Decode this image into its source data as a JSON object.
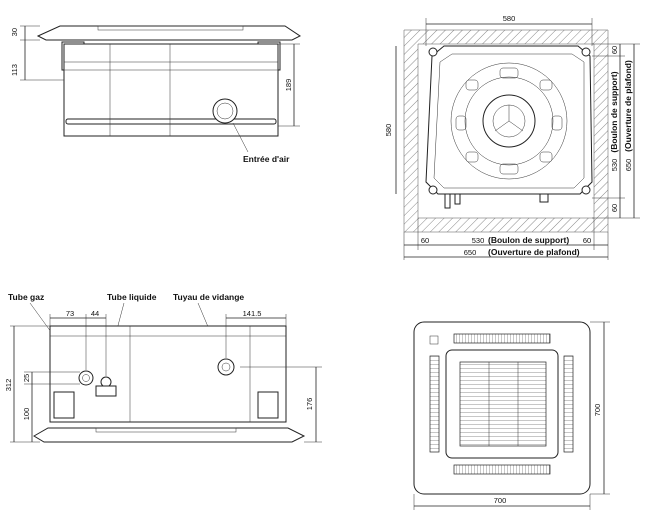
{
  "side_view_top": {
    "dims": {
      "d30": "30",
      "d113": "113",
      "d189": "189"
    },
    "label_air_inlet": "Entrée d'air"
  },
  "plan_view": {
    "dims": {
      "top_580": "580",
      "left_580": "580",
      "right_60_top": "60",
      "right_530": "530",
      "right_650": "650",
      "right_60_bottom": "60",
      "bottom_60_left": "60",
      "bottom_530": "530",
      "bottom_60_right": "60",
      "bottom_650": "650"
    },
    "label_support_bolt_vertical": "(Boulon de support)",
    "label_ceiling_opening_vertical": "(Ouverture de plafond)",
    "label_support_bolt_horizontal": "(Boulon de support)",
    "label_ceiling_opening_horizontal": "(Ouverture de plafond)"
  },
  "front_view": {
    "label_gas_pipe": "Tube gaz",
    "label_liquid_pipe": "Tube liquide",
    "label_drain_pipe": "Tuyau de vidange",
    "dims": {
      "d73": "73",
      "d44": "44",
      "d141_5": "141.5",
      "d312": "312",
      "d25": "25",
      "d100": "100",
      "d176": "176"
    }
  },
  "panel_view": {
    "dims": {
      "width_700": "700",
      "height_700": "700"
    }
  }
}
